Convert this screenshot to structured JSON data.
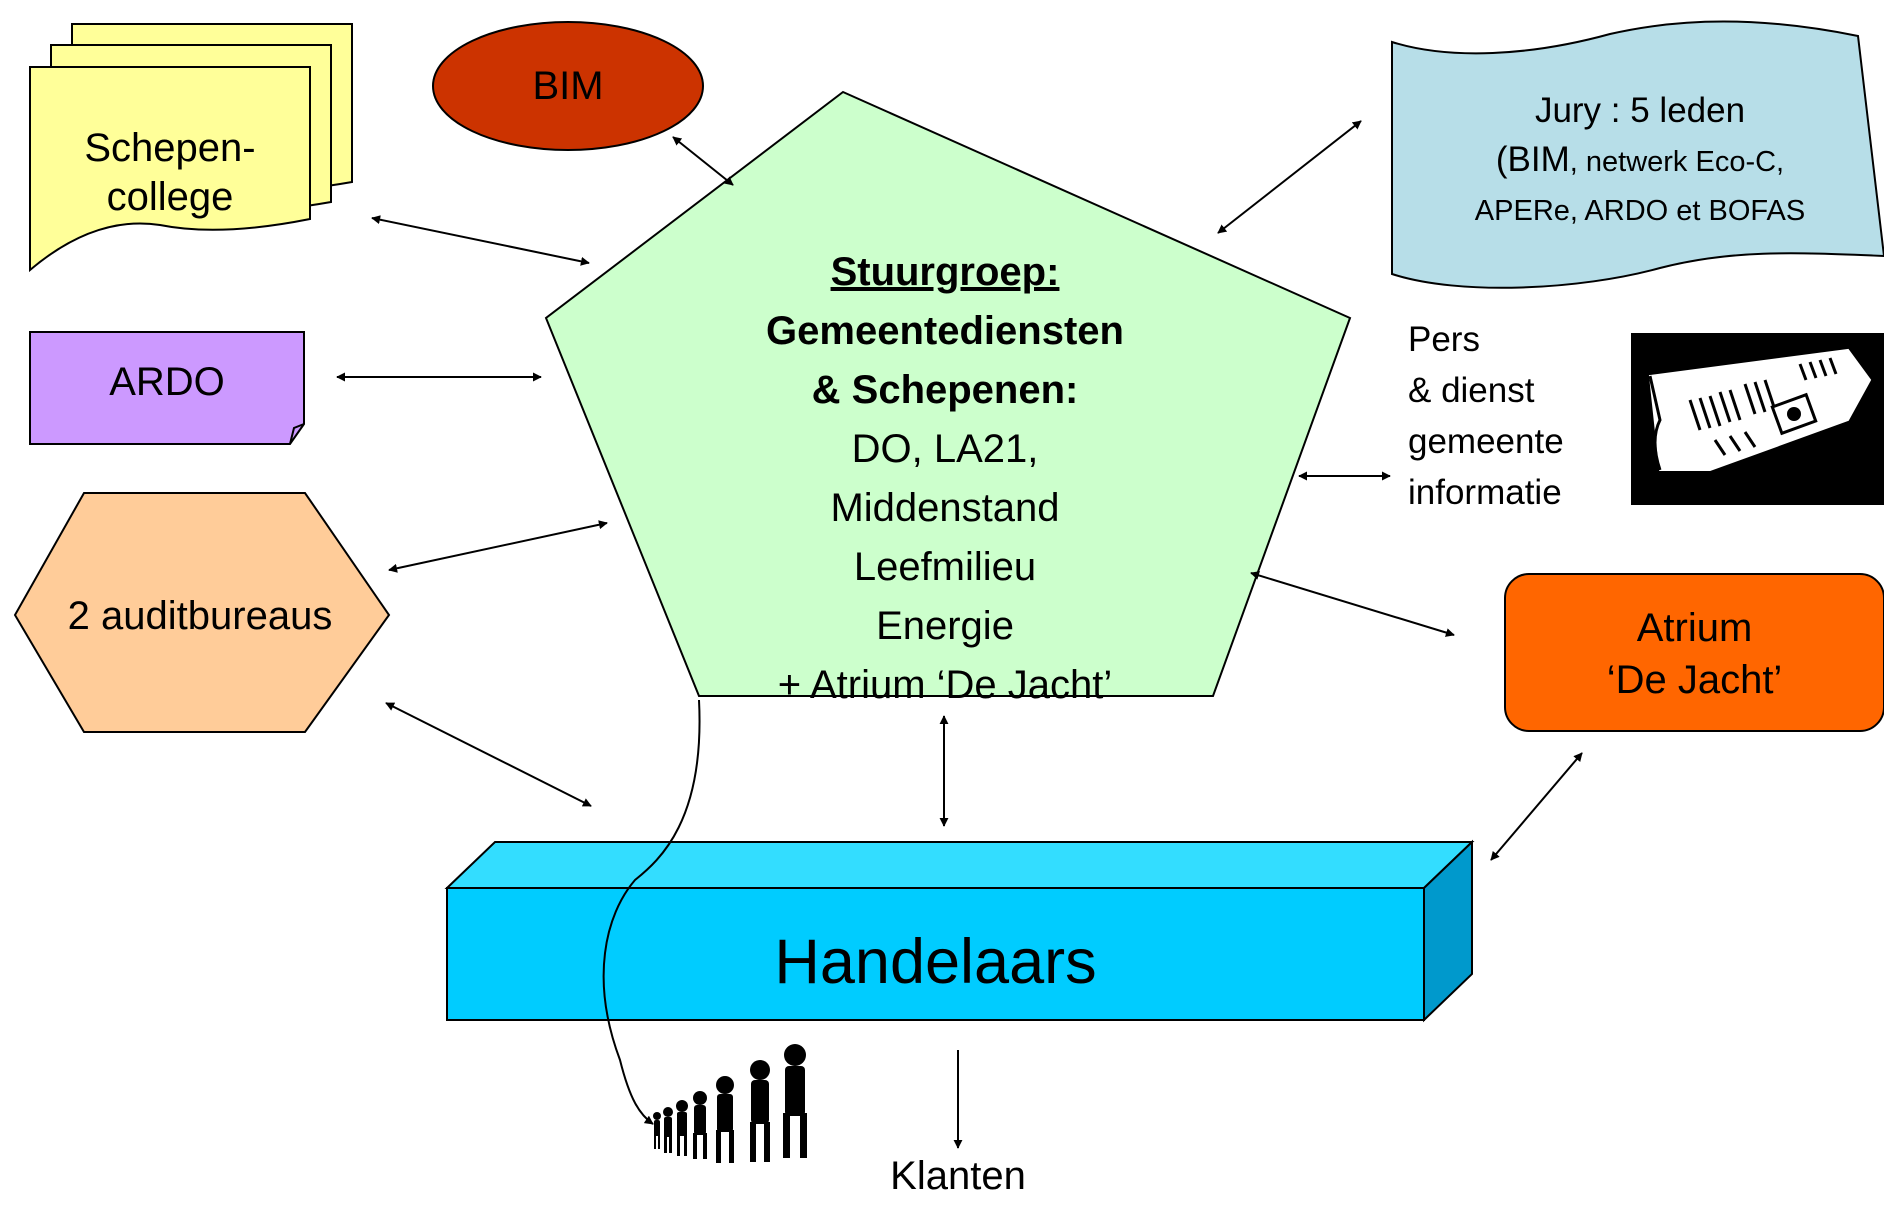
{
  "nodes": {
    "schepencollege": {
      "line1": "Schepen-",
      "line2": "college",
      "fill": "#FFFF99"
    },
    "bim": {
      "label": "BIM",
      "fill": "#CC3300"
    },
    "ardo": {
      "label": "ARDO",
      "fill": "#CC99FF"
    },
    "auditbureaus": {
      "label": "2 auditbureaus",
      "fill": "#FFCC99"
    },
    "stuurgroep": {
      "title": "Stuurgroep:",
      "subtitle1": "Gemeentediensten",
      "subtitle2": "& Schepenen:",
      "lines": [
        "DO, LA21,",
        "Middenstand",
        "Leefmilieu",
        "Energie",
        "+ Atrium ‘De Jacht’"
      ],
      "fill": "#CCFFCC"
    },
    "jury": {
      "line1": "Jury : 5 leden",
      "line2_big": "(BIM",
      "line2_rest": ", netwerk Eco-C,",
      "line3": "APERe, ARDO et BOFAS",
      "fill": "#B7DEE8"
    },
    "pers": {
      "lines": [
        "Pers",
        "& dienst",
        "gemeente",
        "informatie"
      ]
    },
    "atrium": {
      "line1": "Atrium",
      "line2": "‘De Jacht’",
      "fill": "#FF6600"
    },
    "handelaars": {
      "label": "Handelaars",
      "fill": "#00CCFF"
    },
    "klanten": {
      "label": "Klanten"
    }
  },
  "icons": {
    "newspaper": "newspaper-icon",
    "people": "people-queue-icon"
  }
}
